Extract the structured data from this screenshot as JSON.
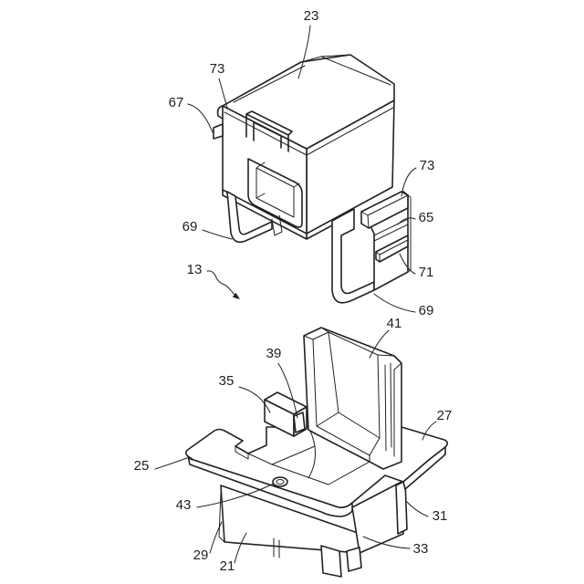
{
  "reference_numerals": [
    "23",
    "73",
    "67",
    "73",
    "65",
    "69",
    "71",
    "13",
    "69",
    "41",
    "39",
    "35",
    "27",
    "25",
    "43",
    "31",
    "29",
    "21",
    "33"
  ],
  "colors": {
    "line": "#222222",
    "background": "#ffffff"
  }
}
